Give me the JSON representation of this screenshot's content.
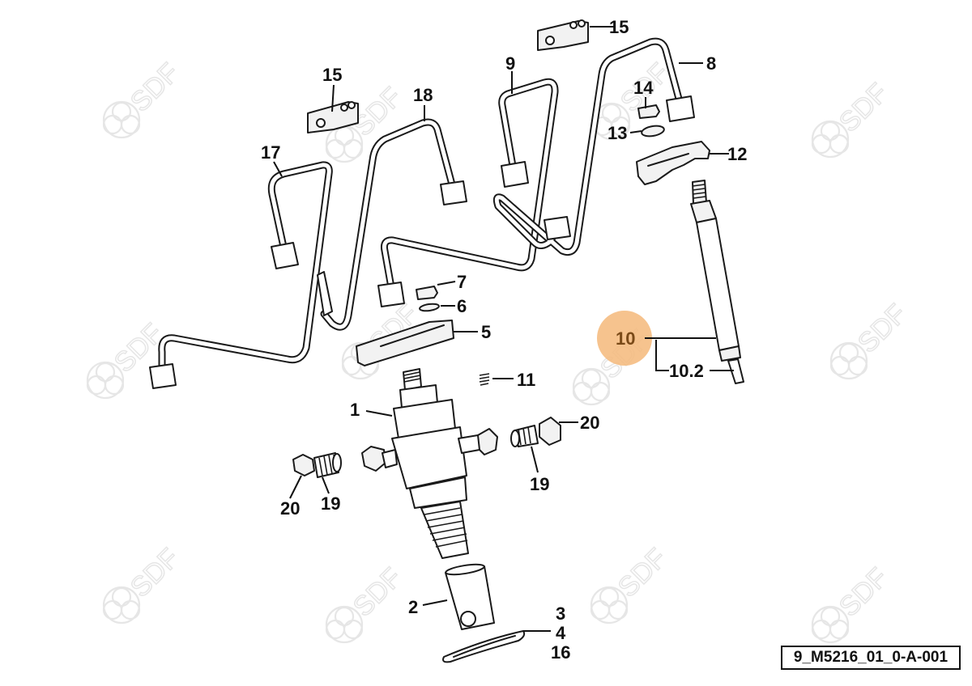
{
  "figure": {
    "code": "9_M5216_01_0-A-001",
    "watermark_text": "SDF",
    "highlight_color": "#f5b97a",
    "highlighted_callout": "10"
  },
  "callouts": {
    "c1": "1",
    "c2": "2",
    "c3": "3",
    "c4": "4",
    "c5": "5",
    "c6": "6",
    "c7": "7",
    "c8": "8",
    "c9": "9",
    "c10": "10",
    "c10_2": "10.2",
    "c11": "11",
    "c12": "12",
    "c13": "13",
    "c14": "14",
    "c15a": "15",
    "c15b": "15",
    "c16": "16",
    "c17": "17",
    "c18": "18",
    "c19a": "19",
    "c19b": "19",
    "c20a": "20",
    "c20b": "20"
  }
}
